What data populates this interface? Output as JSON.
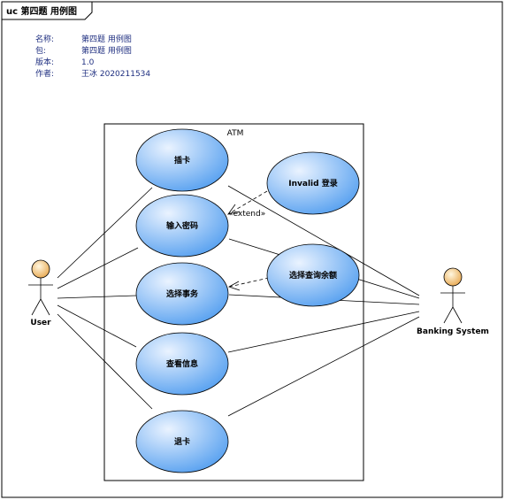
{
  "frame": {
    "title": "uc 第四题 用例图"
  },
  "metadata": [
    {
      "key": "名称:",
      "value": "第四题 用例图"
    },
    {
      "key": "包:",
      "value": "第四题 用例图"
    },
    {
      "key": "版本:",
      "value": "1.0"
    },
    {
      "key": "作者:",
      "value": "王冰 2020211534"
    }
  ],
  "system_boundary": {
    "label": "ATM"
  },
  "actors": {
    "user": "User",
    "banking": "Banking System"
  },
  "use_cases": {
    "insert_card": "插卡",
    "enter_password": "输入密码",
    "invalid_login": "Invalid 登录",
    "select_transaction": "选择事务",
    "select_balance": "选择查询余额",
    "view_info": "查看信息",
    "eject_card": "退卡"
  },
  "stereotype": {
    "extend": "«extend»"
  },
  "colors": {
    "usecase_fill_light": "#eaf3ff",
    "usecase_fill_dark": "#5aa2f0",
    "usecase_stroke": "#000000",
    "actor_head_light": "#fff7e0",
    "actor_head_dark": "#e8a850",
    "meta_text": "#1f2f80"
  }
}
